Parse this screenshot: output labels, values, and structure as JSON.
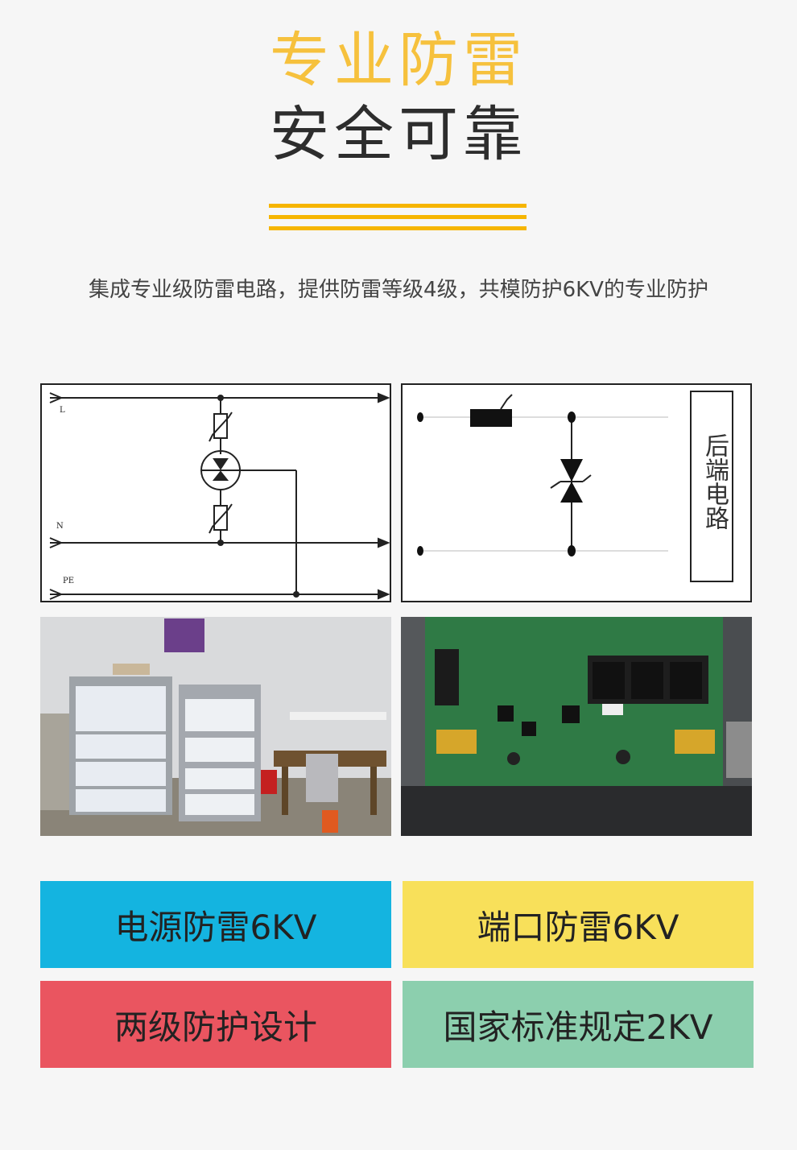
{
  "header": {
    "title_line1": "专业防雷",
    "title_line2": "安全可靠"
  },
  "description": "集成专业级防雷电路，提供防雷等级4级，共模防护6KV的专业防护",
  "diagram_left": {
    "label_l": "L",
    "label_n": "N",
    "label_pe": "PE"
  },
  "diagram_right": {
    "box_label": "后端电路"
  },
  "features": [
    {
      "label": "电源防雷6KV",
      "color": "#14b4e0"
    },
    {
      "label": "端口防雷6KV",
      "color": "#f8e05a"
    },
    {
      "label": "两级防护设计",
      "color": "#ea5560"
    },
    {
      "label": "国家标准规定2KV",
      "color": "#8ccfae"
    }
  ]
}
